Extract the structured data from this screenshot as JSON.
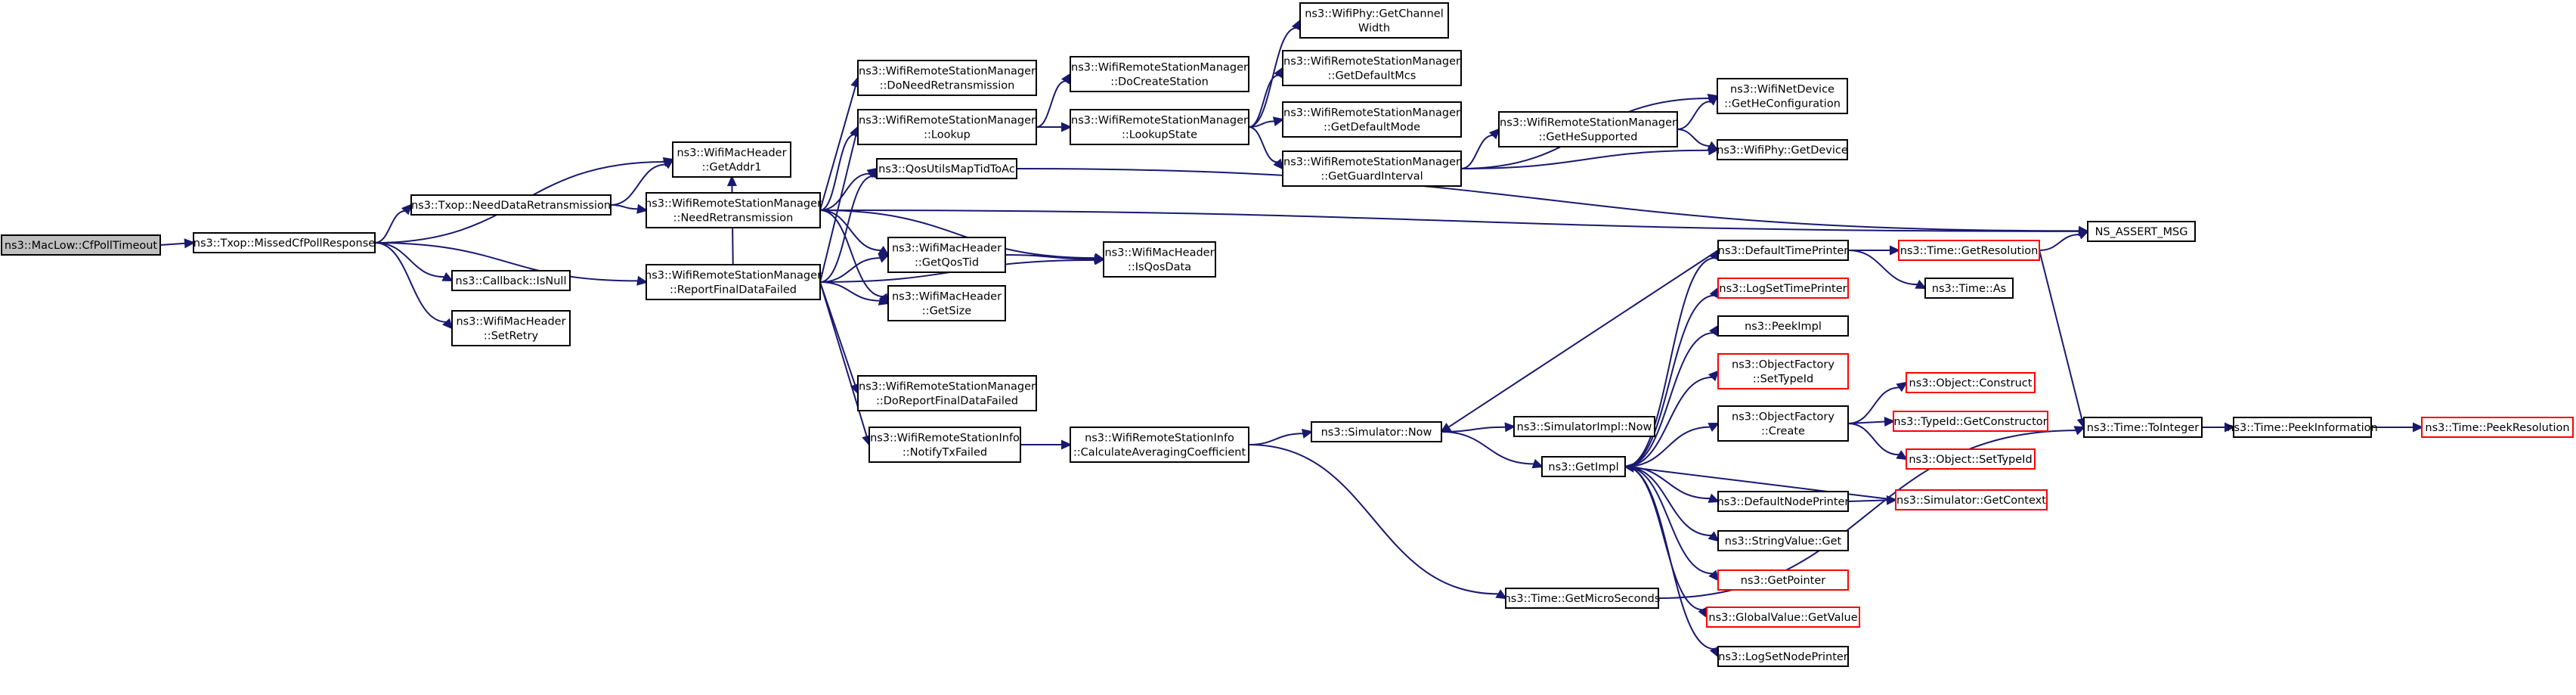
{
  "colors": {
    "edge": "#191970",
    "node_border_black": "#000000",
    "node_border_red": "#ff0000",
    "root_fill": "#bfbfbf",
    "node_fill": "#ffffff"
  },
  "nodes": {
    "cfpolltimeout": {
      "lines": [
        "ns3::MacLow::CfPollTimeout"
      ]
    },
    "missedcfpollresponse": {
      "lines": [
        "ns3::Txop::MissedCfPollResponse"
      ]
    },
    "getaddr1": {
      "lines": [
        "ns3::WifiMacHeader",
        "::GetAddr1"
      ]
    },
    "needdataretransmission": {
      "lines": [
        "ns3::Txop::NeedDataRetransmission"
      ]
    },
    "isnull": {
      "lines": [
        "ns3::Callback::IsNull"
      ]
    },
    "setretry": {
      "lines": [
        "ns3::WifiMacHeader",
        "::SetRetry"
      ]
    },
    "reportfinaldatafailed": {
      "lines": [
        "ns3::WifiRemoteStationManager",
        "::ReportFinalDataFailed"
      ]
    },
    "needretransmission": {
      "lines": [
        "ns3::WifiRemoteStationManager",
        "::NeedRetransmission"
      ]
    },
    "doneedretransmission": {
      "lines": [
        "ns3::WifiRemoteStationManager",
        "::DoNeedRetransmission"
      ]
    },
    "lookup": {
      "lines": [
        "ns3::WifiRemoteStationManager",
        "::Lookup"
      ]
    },
    "qosutilsmaptidtoac": {
      "lines": [
        "ns3::QosUtilsMapTidToAc"
      ]
    },
    "getqostid": {
      "lines": [
        "ns3::WifiMacHeader",
        "::GetQosTid"
      ]
    },
    "getsize": {
      "lines": [
        "ns3::WifiMacHeader",
        "::GetSize"
      ]
    },
    "doreportfinaldatafailed": {
      "lines": [
        "ns3::WifiRemoteStationManager",
        "::DoReportFinalDataFailed"
      ]
    },
    "notifytxfailed": {
      "lines": [
        "ns3::WifiRemoteStationInfo",
        "::NotifyTxFailed"
      ]
    },
    "docreatestation": {
      "lines": [
        "ns3::WifiRemoteStationManager",
        "::DoCreateStation"
      ]
    },
    "lookupstate": {
      "lines": [
        "ns3::WifiRemoteStationManager",
        "::LookupState"
      ]
    },
    "isqosdata": {
      "lines": [
        "ns3::WifiMacHeader",
        "::IsQosData"
      ]
    },
    "calculateaveragingcoefficient": {
      "lines": [
        "ns3::WifiRemoteStationInfo",
        "::CalculateAveragingCoefficient"
      ]
    },
    "getchannelwidth": {
      "lines": [
        "ns3::WifiPhy::GetChannel",
        "Width"
      ]
    },
    "getdefaultmcs": {
      "lines": [
        "ns3::WifiRemoteStationManager",
        "::GetDefaultMcs"
      ]
    },
    "getdefaultmode": {
      "lines": [
        "ns3::WifiRemoteStationManager",
        "::GetDefaultMode"
      ]
    },
    "getguardinterval": {
      "lines": [
        "ns3::WifiRemoteStationManager",
        "::GetGuardInterval"
      ]
    },
    "simulatornow": {
      "lines": [
        "ns3::Simulator::Now"
      ]
    },
    "gethesupported": {
      "lines": [
        "ns3::WifiRemoteStationManager",
        "::GetHeSupported"
      ]
    },
    "simulatorimplnow": {
      "lines": [
        "ns3::SimulatorImpl::Now"
      ]
    },
    "getimpl": {
      "lines": [
        "ns3::GetImpl"
      ]
    },
    "getmicroseconds": {
      "lines": [
        "ns3::Time::GetMicroSeconds"
      ]
    },
    "getheconfiguration": {
      "lines": [
        "ns3::WifiNetDevice",
        "::GetHeConfiguration"
      ]
    },
    "getdevice": {
      "lines": [
        "ns3::WifiPhy::GetDevice"
      ]
    },
    "defaulttimeprinter": {
      "lines": [
        "ns3::DefaultTimePrinter"
      ]
    },
    "logsettimeprinter": {
      "lines": [
        "ns3::LogSetTimePrinter"
      ]
    },
    "peekimpl": {
      "lines": [
        "ns3::PeekImpl"
      ]
    },
    "objectfactorysettypeid": {
      "lines": [
        "ns3::ObjectFactory",
        "::SetTypeId"
      ]
    },
    "objectfactorycreate": {
      "lines": [
        "ns3::ObjectFactory",
        "::Create"
      ]
    },
    "defaultnodeprinter": {
      "lines": [
        "ns3::DefaultNodePrinter"
      ]
    },
    "stringvalueget": {
      "lines": [
        "ns3::StringValue::Get"
      ]
    },
    "getpointer": {
      "lines": [
        "ns3::GetPointer"
      ]
    },
    "globalvaluegetvalue": {
      "lines": [
        "ns3::GlobalValue::GetValue"
      ]
    },
    "logsetnodeprinter": {
      "lines": [
        "ns3::LogSetNodePrinter"
      ]
    },
    "nsassertmsg": {
      "lines": [
        "NS_ASSERT_MSG"
      ]
    },
    "getresolution": {
      "lines": [
        "ns3::Time::GetResolution"
      ]
    },
    "timeas": {
      "lines": [
        "ns3::Time::As"
      ]
    },
    "objectconstruct": {
      "lines": [
        "ns3::Object::Construct"
      ]
    },
    "typeidgetconstructor": {
      "lines": [
        "ns3::TypeId::GetConstructor"
      ]
    },
    "objectsettypeid": {
      "lines": [
        "ns3::Object::SetTypeId"
      ]
    },
    "simulatorgetcontext": {
      "lines": [
        "ns3::Simulator::GetContext"
      ]
    },
    "tointeger": {
      "lines": [
        "ns3::Time::ToInteger"
      ]
    },
    "peekinformation": {
      "lines": [
        "ns3::Time::PeekInformation"
      ]
    },
    "peekresolution": {
      "lines": [
        "ns3::Time::PeekResolution"
      ]
    }
  },
  "edges": [
    [
      "cfpolltimeout",
      "missedcfpollresponse"
    ],
    [
      "missedcfpollresponse",
      "getaddr1"
    ],
    [
      "missedcfpollresponse",
      "needdataretransmission"
    ],
    [
      "missedcfpollresponse",
      "isnull"
    ],
    [
      "missedcfpollresponse",
      "setretry"
    ],
    [
      "missedcfpollresponse",
      "reportfinaldatafailed"
    ],
    [
      "needdataretransmission",
      "getaddr1"
    ],
    [
      "needdataretransmission",
      "needretransmission"
    ],
    [
      "needretransmission",
      "doneedretransmission"
    ],
    [
      "needretransmission",
      "lookup"
    ],
    [
      "needretransmission",
      "qosutilsmaptidtoac"
    ],
    [
      "needretransmission",
      "getqostid"
    ],
    [
      "needretransmission",
      "getsize"
    ],
    [
      "needretransmission",
      "isqosdata"
    ],
    [
      "needretransmission",
      "nsassertmsg"
    ],
    [
      "reportfinaldatafailed",
      "getaddr1"
    ],
    [
      "reportfinaldatafailed",
      "lookup"
    ],
    [
      "reportfinaldatafailed",
      "qosutilsmaptidtoac"
    ],
    [
      "reportfinaldatafailed",
      "getqostid"
    ],
    [
      "reportfinaldatafailed",
      "getsize"
    ],
    [
      "reportfinaldatafailed",
      "isqosdata"
    ],
    [
      "reportfinaldatafailed",
      "doreportfinaldatafailed"
    ],
    [
      "reportfinaldatafailed",
      "notifytxfailed"
    ],
    [
      "lookup",
      "docreatestation"
    ],
    [
      "lookup",
      "lookupstate"
    ],
    [
      "getqostid",
      "isqosdata"
    ],
    [
      "qosutilsmaptidtoac",
      "nsassertmsg"
    ],
    [
      "notifytxfailed",
      "calculateaveragingcoefficient"
    ],
    [
      "lookupstate",
      "getchannelwidth"
    ],
    [
      "lookupstate",
      "getdefaultmcs"
    ],
    [
      "lookupstate",
      "getdefaultmode"
    ],
    [
      "lookupstate",
      "getguardinterval"
    ],
    [
      "getguardinterval",
      "gethesupported"
    ],
    [
      "getguardinterval",
      "getheconfiguration"
    ],
    [
      "getguardinterval",
      "getdevice"
    ],
    [
      "gethesupported",
      "getheconfiguration"
    ],
    [
      "gethesupported",
      "getdevice"
    ],
    [
      "calculateaveragingcoefficient",
      "simulatornow"
    ],
    [
      "calculateaveragingcoefficient",
      "getmicroseconds"
    ],
    [
      "simulatornow",
      "simulatorimplnow"
    ],
    [
      "simulatornow",
      "getimpl"
    ],
    [
      "defaulttimeprinter",
      "simulatornow"
    ],
    [
      "getimpl",
      "defaulttimeprinter"
    ],
    [
      "getimpl",
      "logsettimeprinter"
    ],
    [
      "getimpl",
      "peekimpl"
    ],
    [
      "getimpl",
      "objectfactorysettypeid"
    ],
    [
      "getimpl",
      "objectfactorycreate"
    ],
    [
      "getimpl",
      "defaultnodeprinter"
    ],
    [
      "getimpl",
      "stringvalueget"
    ],
    [
      "getimpl",
      "getpointer"
    ],
    [
      "getimpl",
      "globalvaluegetvalue"
    ],
    [
      "getimpl",
      "logsetnodeprinter"
    ],
    [
      "defaulttimeprinter",
      "getresolution"
    ],
    [
      "defaulttimeprinter",
      "timeas"
    ],
    [
      "getresolution",
      "nsassertmsg"
    ],
    [
      "getresolution",
      "tointeger"
    ],
    [
      "objectfactorycreate",
      "objectconstruct"
    ],
    [
      "objectfactorycreate",
      "typeidgetconstructor"
    ],
    [
      "objectfactorycreate",
      "objectsettypeid"
    ],
    [
      "defaultnodeprinter",
      "simulatorgetcontext"
    ],
    [
      "simulatorgetcontext",
      "getimpl"
    ],
    [
      "getmicroseconds",
      "tointeger"
    ],
    [
      "tointeger",
      "peekinformation"
    ],
    [
      "peekinformation",
      "peekresolution"
    ]
  ]
}
